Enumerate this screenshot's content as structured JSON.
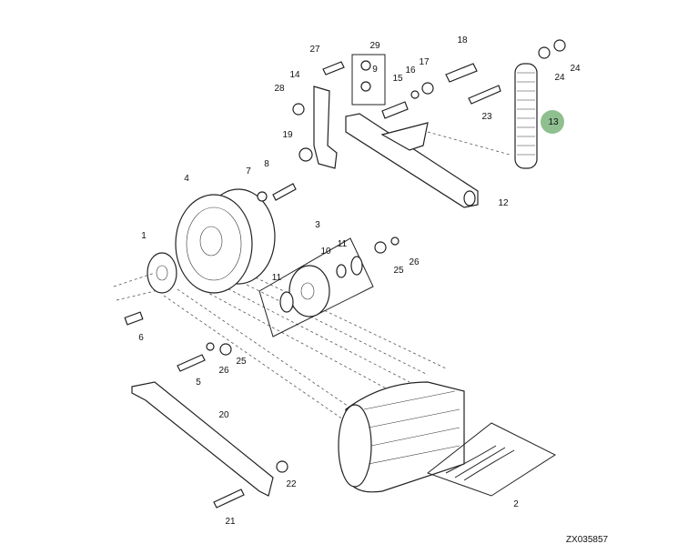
{
  "diagram": {
    "figure_id": "ZX035857",
    "highlight_color": "#8fbf8f",
    "highlighted_callout": "13",
    "callouts": [
      "1",
      "2",
      "3",
      "4",
      "5",
      "6",
      "7",
      "8",
      "9",
      "10",
      "11",
      "11",
      "12",
      "13",
      "14",
      "15",
      "16",
      "17",
      "18",
      "19",
      "20",
      "21",
      "22",
      "23",
      "24",
      "24",
      "25",
      "25",
      "26",
      "26",
      "27",
      "28",
      "29"
    ]
  }
}
